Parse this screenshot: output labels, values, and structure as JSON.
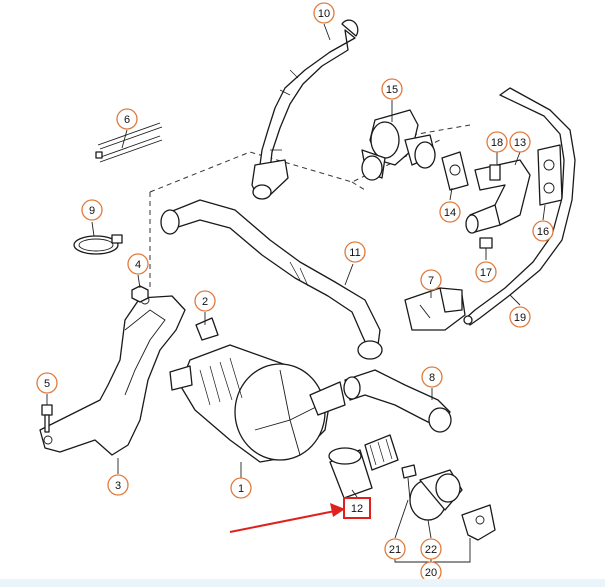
{
  "colors": {
    "callout_ring": "#e07a3c",
    "highlight": "#e0201c",
    "arrow": "#e0201c",
    "line": "#1a1a1a"
  },
  "callouts": [
    {
      "id": "1",
      "label": "1"
    },
    {
      "id": "2",
      "label": "2"
    },
    {
      "id": "3",
      "label": "3"
    },
    {
      "id": "4",
      "label": "4"
    },
    {
      "id": "5",
      "label": "5"
    },
    {
      "id": "6",
      "label": "6"
    },
    {
      "id": "7",
      "label": "7"
    },
    {
      "id": "8",
      "label": "8"
    },
    {
      "id": "9",
      "label": "9"
    },
    {
      "id": "10",
      "label": "10"
    },
    {
      "id": "11",
      "label": "11"
    },
    {
      "id": "12",
      "label": "12"
    },
    {
      "id": "13",
      "label": "13"
    },
    {
      "id": "14",
      "label": "14"
    },
    {
      "id": "15",
      "label": "15"
    },
    {
      "id": "16",
      "label": "16"
    },
    {
      "id": "17",
      "label": "17"
    },
    {
      "id": "18",
      "label": "18"
    },
    {
      "id": "19",
      "label": "19"
    },
    {
      "id": "20",
      "label": "20"
    },
    {
      "id": "21",
      "label": "21"
    },
    {
      "id": "22",
      "label": "22"
    }
  ],
  "highlighted_part": "12"
}
